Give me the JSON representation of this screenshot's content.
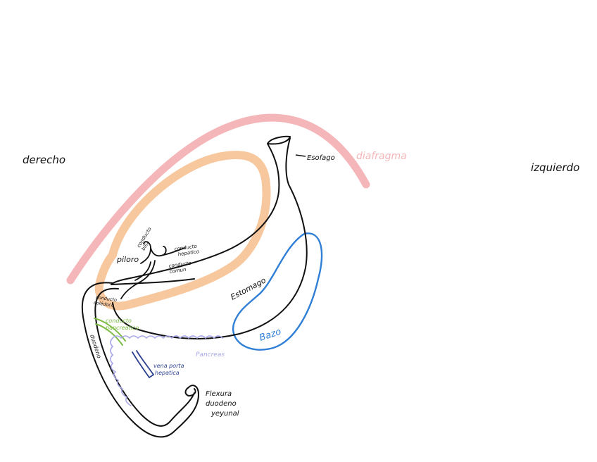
{
  "labels": {
    "right_side": "derecho",
    "left_side": "izquierdo",
    "diaphragm": "diafragma",
    "esophagus": "Esofago",
    "stomach": "Estomago",
    "spleen": "Bazo",
    "pylorus": "piloro",
    "cystic_duct": [
      "conducto",
      "bilia"
    ],
    "hepatic_duct": [
      "conducto",
      "hepatico"
    ],
    "common_duct": [
      "conducto",
      "comun"
    ],
    "bile_duct": [
      "conducto",
      "colédoco"
    ],
    "pancreatic_duct": [
      "conducto",
      "pancreático"
    ],
    "duodenum": "duodeno",
    "pancreas": "Pancreas",
    "portal_vein": [
      "vena porta",
      "hepatica"
    ],
    "flexure": [
      "Flexura",
      "duodeno",
      "yeyunal"
    ]
  },
  "colors": {
    "diaphragm": "#f4b6b8",
    "liver": "#f7c79d",
    "spleen": "#2f7fd6",
    "pancreatic_duct": "#7dbb45",
    "pancreas": "#a9a9e8",
    "portal_vein": "#2b3f8f",
    "ink": "#111111"
  }
}
